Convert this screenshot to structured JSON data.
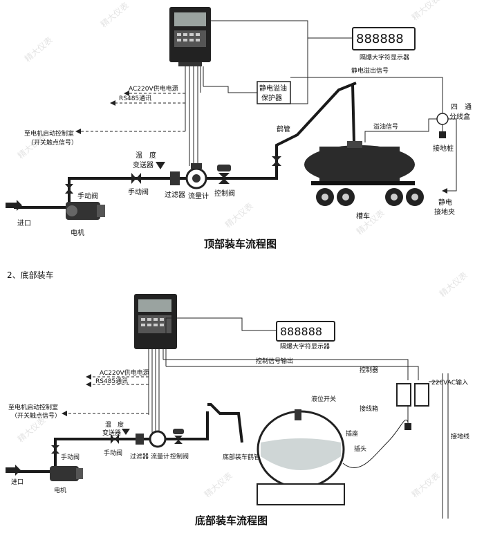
{
  "top": {
    "title": "顶部装车流程图",
    "display_panel": "隔爆大字符显示器",
    "display_digits": "888888",
    "overflow_signal_out": "静电溢出信号",
    "protector_line1": "静电溢油",
    "protector_line2": "保护器",
    "ac_power": "AC220V供电电源",
    "rs485": "RS485通讯",
    "motor_room_line1": "至电机启动控制室",
    "motor_room_line2": "（开关触点信号）",
    "crane_pipe": "鹤管",
    "overflow_signal": "溢油信号",
    "junction_line1": "四　通",
    "junction_line2": "分线盒",
    "ground_pile": "接地桩",
    "temp_line1": "温　度",
    "temp_line2": "变送器",
    "manual_valve_a": "手动阀",
    "manual_valve_b": "手动阀",
    "filter": "过滤器",
    "flowmeter": "流量计",
    "control_valve": "控制阀",
    "tank_car": "槽车",
    "static_clip_line1": "静电",
    "static_clip_line2": "接地夹",
    "inlet": "进口",
    "motor": "电机"
  },
  "section2_heading": "2、底部装车",
  "bottom": {
    "title": "底部装车流程图",
    "display_panel": "隔爆大字符显示器",
    "display_digits": "888888",
    "control_signal_out": "控制信号输出",
    "controller": "控制器",
    "vac_input": "220VAC输入",
    "junction_box": "接线箱",
    "ground_wire": "接地线",
    "level_switch": "液位开关",
    "socket": "插座",
    "plug": "插头",
    "ac_power": "AC220V供电电源",
    "rs485": "RS485通讯",
    "motor_room_line1": "至电机启动控制室",
    "motor_room_line2": "（开关触点信号）",
    "temp_line1": "温　度",
    "temp_line2": "变送器",
    "manual_valve_a": "手动阀",
    "manual_valve_b": "手动阀",
    "filter": "过滤器",
    "flowmeter": "流量计",
    "control_valve": "控制阀",
    "bottom_crane": "底部装车鹤管",
    "inlet": "进口",
    "motor": "电机"
  },
  "watermark": "精大仪表"
}
